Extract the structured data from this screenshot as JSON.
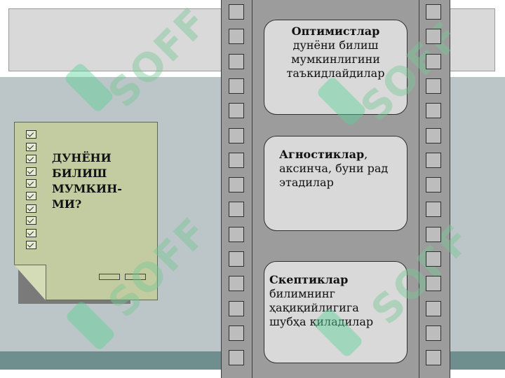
{
  "watermark_text": "SOFF",
  "note": {
    "checkbox_count": 10,
    "title_lines": [
      "ДУНЁНИ",
      "БИЛИШ",
      "МУМКИН-",
      "МИ?"
    ]
  },
  "frames": [
    {
      "heading": "Оптимистлар",
      "heading_suffix": "",
      "body_lines": [
        "дунёни билиш",
        "мумкинлигини",
        "таъкидлайдилар"
      ],
      "align": "center"
    },
    {
      "heading": "Агностиклар",
      "heading_suffix": ",",
      "body_lines": [
        "аксинча, буни рад",
        "этадилар"
      ],
      "align": "left"
    },
    {
      "heading": "Скептиклар",
      "heading_suffix": "",
      "body_lines": [
        "билимнинг",
        "ҳақиқийлигига",
        "шубҳа қиладилар"
      ],
      "align": "left"
    }
  ],
  "colors": {
    "note_fill": "#c2cca0",
    "film_fill": "#9c9c9c",
    "frame_fill": "#d9d9d9",
    "background": "#bcc5c7",
    "band": "#6f8f8e",
    "watermark": "#5ad296"
  }
}
